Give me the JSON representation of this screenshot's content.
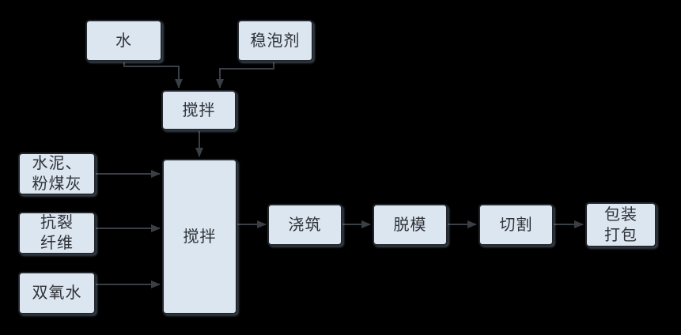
{
  "diagram": {
    "background_color": "#000000",
    "node_fill_color": "#dce6f1",
    "node_border_color": "#23272e",
    "arrow_color": "#3a3e45",
    "text_color": "#2f3237",
    "nodes": {
      "water": {
        "label": "水"
      },
      "stabilizer": {
        "label": "稳泡剂"
      },
      "mix_top": {
        "label": "搅拌"
      },
      "mix_main": {
        "label": "搅拌"
      },
      "cement": {
        "label": "水泥、\n粉煤灰"
      },
      "fiber": {
        "label": "抗裂\n纤维"
      },
      "peroxide": {
        "label": "双氧水"
      },
      "pouring": {
        "label": "浇筑"
      },
      "demold": {
        "label": "脱模"
      },
      "cutting": {
        "label": "切割"
      },
      "packing": {
        "label": "包装\n打包"
      }
    },
    "edges": [
      {
        "from": "water",
        "to": "mix_top"
      },
      {
        "from": "stabilizer",
        "to": "mix_top"
      },
      {
        "from": "mix_top",
        "to": "mix_main"
      },
      {
        "from": "cement",
        "to": "mix_main"
      },
      {
        "from": "fiber",
        "to": "mix_main"
      },
      {
        "from": "peroxide",
        "to": "mix_main"
      },
      {
        "from": "mix_main",
        "to": "pouring"
      },
      {
        "from": "pouring",
        "to": "demold"
      },
      {
        "from": "demold",
        "to": "cutting"
      },
      {
        "from": "cutting",
        "to": "packing"
      }
    ]
  }
}
